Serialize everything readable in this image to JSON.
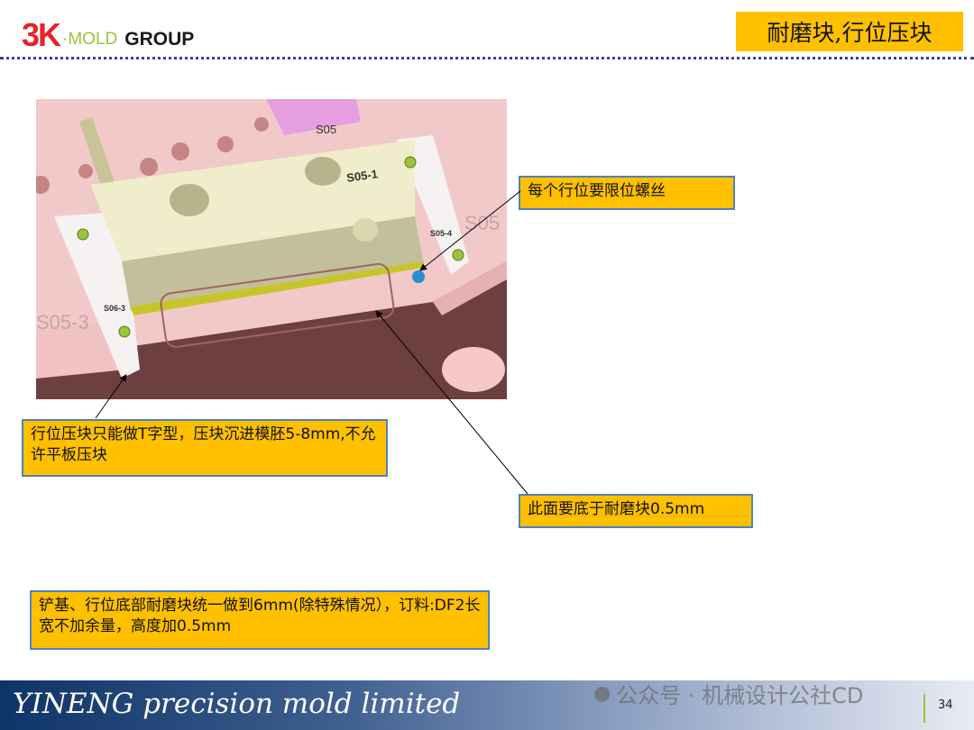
{
  "header": {
    "logo_bk": "3K",
    "logo_mold": "·MOLD",
    "logo_group": "GROUP",
    "title": "耐磨块,行位压块"
  },
  "figure": {
    "labels": {
      "s05": "S05",
      "s05_1": "S05-1",
      "s05_4": "S05-4",
      "s06_3": "S06-3",
      "s05_3": "S05-3",
      "s05_right": "S05"
    }
  },
  "callouts": {
    "limit_screw": "每个行位要限位螺丝",
    "t_block": "行位压块只能做T字型，压块沉进模胚5-8mm,不允许平板压块",
    "face_lower": "此面要底于耐磨块0.5mm",
    "note": "铲基、行位底部耐磨块统一做到6mm(除特殊情况），订料:DF2长宽不加余量，高度加0.5mm"
  },
  "footer": {
    "tagline": "YINENG precision mold limited",
    "watermark": "公众号 · 机械设计公社CD",
    "page": "34"
  },
  "colors": {
    "accent": "#ffc000",
    "border": "#4f81bd",
    "footer": "#0f3467"
  }
}
